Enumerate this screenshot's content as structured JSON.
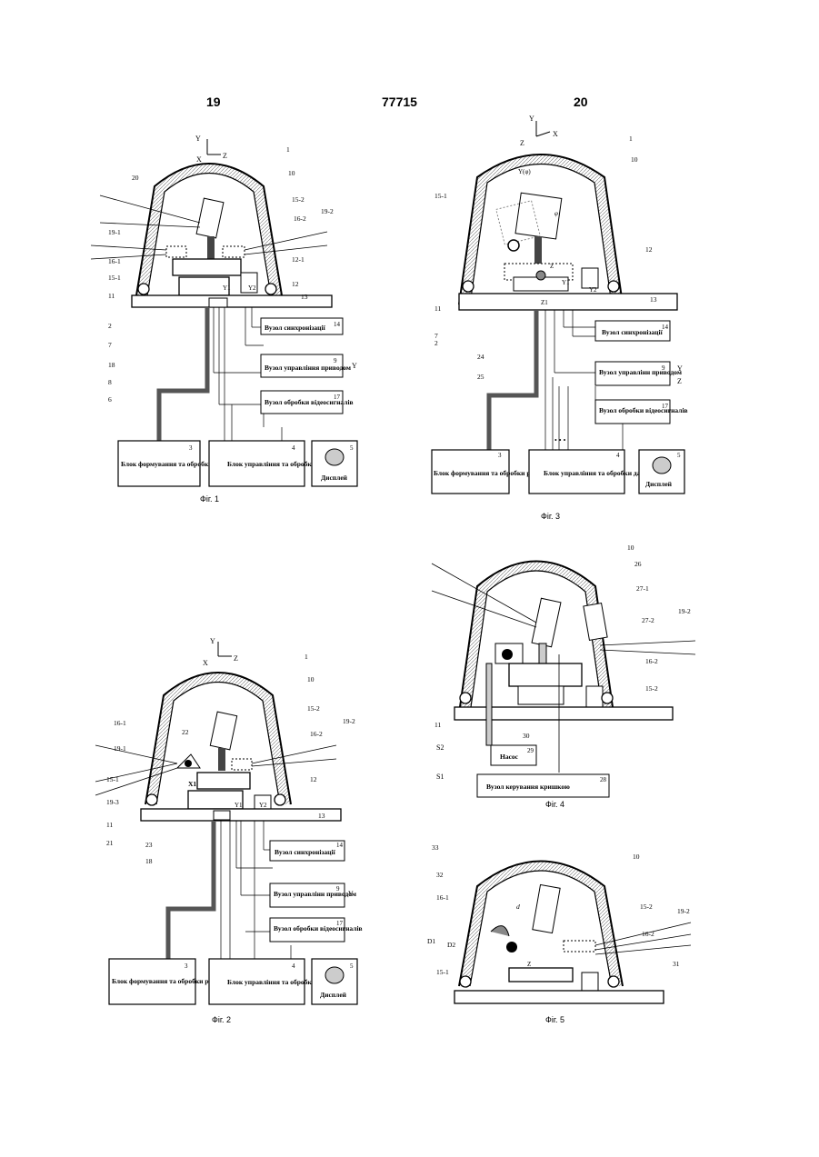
{
  "header": {
    "left_page": "19",
    "patent_no": "77715",
    "right_page": "20"
  },
  "common": {
    "axis_x": "X",
    "axis_y": "Y",
    "axis_z": "Z",
    "sync": "Вузол синхронізації",
    "drive": "Вузол управління приводом",
    "drive_alt": "Вузол управлінн приводом",
    "video": "Вузол обробки відеосигналів",
    "radio": "Блок формування та обробки радіосигналів",
    "control": "Блок управління та обробки даних",
    "control_alt": "Блок управління та обробки даних",
    "display": "Дисплей",
    "y1": "Y1",
    "y2": "Y2"
  },
  "fig1": {
    "caption": "Фіг. 1",
    "labels": [
      "1",
      "10",
      "15-2",
      "16-2",
      "19-2",
      "20",
      "19-1",
      "16-1",
      "15-1",
      "12-1",
      "12",
      "11",
      "13",
      "2",
      "7",
      "18",
      "8",
      "6",
      "14",
      "9",
      "17",
      "3",
      "4",
      "5",
      "Y"
    ],
    "conn": [
      "1",
      "2",
      "1",
      "2",
      "1",
      "2",
      "3",
      "2",
      "1"
    ]
  },
  "fig2": {
    "caption": "Фіг. 2",
    "labels": [
      "1",
      "10",
      "15-2",
      "16-2",
      "19-2",
      "16-1",
      "19-1",
      "22",
      "X1",
      "15-1",
      "19-3",
      "12",
      "11",
      "13",
      "21",
      "23",
      "18",
      "14",
      "9",
      "17",
      "3",
      "4",
      "5",
      "Y"
    ],
    "conn": [
      "1",
      "2",
      "1",
      "2",
      "5",
      "4",
      "3",
      "2",
      "1"
    ]
  },
  "fig3": {
    "caption": "Фіг. 3",
    "labels": [
      "1",
      "10",
      "Y(φ)",
      "φ",
      "15-1",
      "12",
      "Z",
      "Y1",
      "Z1",
      "Y2",
      "11",
      "13",
      "2",
      "7",
      "24",
      "25",
      "14",
      "9",
      "17",
      "3",
      "4",
      "5",
      "Y",
      "Z"
    ],
    "conn": [
      "1",
      "2",
      "3",
      "1",
      "2",
      "7",
      "6",
      "3",
      "2",
      "1"
    ],
    "dots": "• • •"
  },
  "fig4": {
    "caption": "Фіг. 4",
    "labels": [
      "10",
      "26",
      "27-1",
      "27-2",
      "19-2",
      "16-2",
      "15-2",
      "11",
      "30",
      "29",
      "28"
    ],
    "pump": "Насос",
    "cover": "Вузол керування кришкою",
    "s2": "S2",
    "s1": "S1"
  },
  "fig5": {
    "caption": "Фіг. 5",
    "labels": [
      "33",
      "10",
      "32",
      "15-2",
      "16-1",
      "d",
      "16-2",
      "19-2",
      "D1",
      "D2",
      "15-1",
      "31"
    ],
    "z": "Z"
  }
}
